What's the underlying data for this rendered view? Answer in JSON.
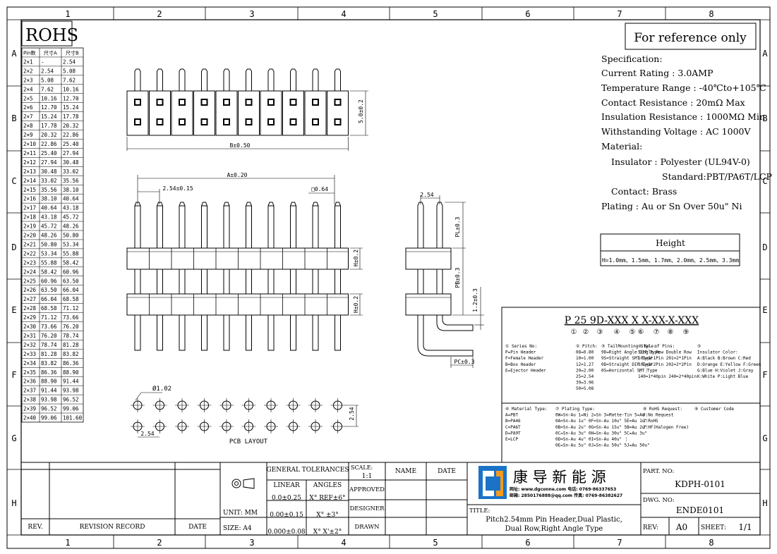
{
  "frame": {
    "col_labels": [
      "1",
      "2",
      "3",
      "4",
      "5",
      "6",
      "7",
      "8"
    ],
    "row_labels": [
      "A",
      "B",
      "C",
      "D",
      "E",
      "F",
      "G",
      "H"
    ]
  },
  "rohs": "ROHS",
  "reference_box": "For reference only",
  "pin_table": {
    "headers": [
      "Pin数",
      "尺寸A",
      "尺寸B"
    ],
    "rows": [
      [
        "2×1",
        "-",
        "2.54"
      ],
      [
        "2×2",
        "2.54",
        "5.08"
      ],
      [
        "2×3",
        "5.08",
        "7.62"
      ],
      [
        "2×4",
        "7.62",
        "10.16"
      ],
      [
        "2×5",
        "10.16",
        "12.70"
      ],
      [
        "2×6",
        "12.70",
        "15.24"
      ],
      [
        "2×7",
        "15.24",
        "17.78"
      ],
      [
        "2×8",
        "17.78",
        "20.32"
      ],
      [
        "2×9",
        "20.32",
        "22.86"
      ],
      [
        "2×10",
        "22.86",
        "25.40"
      ],
      [
        "2×11",
        "25.40",
        "27.94"
      ],
      [
        "2×12",
        "27.94",
        "30.48"
      ],
      [
        "2×13",
        "30.48",
        "33.02"
      ],
      [
        "2×14",
        "33.02",
        "35.56"
      ],
      [
        "2×15",
        "35.56",
        "38.10"
      ],
      [
        "2×16",
        "38.10",
        "40.64"
      ],
      [
        "2×17",
        "40.64",
        "43.18"
      ],
      [
        "2×18",
        "43.18",
        "45.72"
      ],
      [
        "2×19",
        "45.72",
        "48.26"
      ],
      [
        "2×20",
        "48.26",
        "50.80"
      ],
      [
        "2×21",
        "50.80",
        "53.34"
      ],
      [
        "2×22",
        "53.34",
        "55.88"
      ],
      [
        "2×23",
        "55.88",
        "58.42"
      ],
      [
        "2×24",
        "58.42",
        "60.96"
      ],
      [
        "2×25",
        "60.96",
        "63.50"
      ],
      [
        "2×26",
        "63.50",
        "66.04"
      ],
      [
        "2×27",
        "66.04",
        "68.58"
      ],
      [
        "2×28",
        "68.58",
        "71.12"
      ],
      [
        "2×29",
        "71.12",
        "73.66"
      ],
      [
        "2×30",
        "73.66",
        "76.20"
      ],
      [
        "2×31",
        "76.20",
        "78.74"
      ],
      [
        "2×32",
        "78.74",
        "81.28"
      ],
      [
        "2×33",
        "81.28",
        "83.82"
      ],
      [
        "2×34",
        "83.82",
        "86.36"
      ],
      [
        "2×35",
        "86.36",
        "88.90"
      ],
      [
        "2×36",
        "88.90",
        "91.44"
      ],
      [
        "2×37",
        "91.44",
        "93.98"
      ],
      [
        "2×38",
        "93.98",
        "96.52"
      ],
      [
        "2×39",
        "96.52",
        "99.06"
      ],
      [
        "2×40",
        "99.06",
        "101.60"
      ]
    ]
  },
  "spec": {
    "lines": [
      "Specification:",
      "Current Rating : 3.0AMP",
      "Temperature Range : -40℃to+105℃",
      "Contact Resistance : 20mΩ Max",
      "Insulation Resistance : 1000MΩ Min",
      "Withstanding Voltage : AC 1000V",
      "Material:",
      "Insulator : Polyester (UL94V-0)",
      "Standard:PBT/PA6T/LCP",
      "Contact: Brass",
      "Plating : Au or Sn Over 50u\" Ni"
    ]
  },
  "height_box": {
    "title": "Height",
    "value": "H=1.0mm、1.5mm、1.7mm、2.0mm、2.5mm、3.3mm"
  },
  "dims": {
    "b": "B±0.50",
    "h5": "5.0±0.2",
    "a": "A±0.20",
    "pitch": "2.54±0.15",
    "sq": "□0.64",
    "pitch_side": "2.54",
    "pl": "PL±0.3",
    "h1": "H±0.2",
    "pb": "PB±0.3",
    "h2": "H±0.2",
    "d12": "1.2±0.3",
    "pc": "PC±0.3",
    "hole": "Ø1.02",
    "pcb_h": "2.54",
    "pcb_w": "2.54",
    "pcb_label": "PCB LAYOUT"
  },
  "part_code": {
    "code": "P 25 9D-XXX X X-XX-X-XXX",
    "markers": [
      "①",
      "②",
      "③",
      "④",
      "⑤",
      "⑥",
      "⑦",
      "⑧",
      "⑨"
    ],
    "col1": [
      "① Series No:",
      "P=Pin Header",
      "F=Female Header",
      "B=Box Header",
      "E=Ejector Header"
    ],
    "col2": [
      "② Pitch:",
      "08=0.80",
      "10=1.00",
      "12=1.27",
      "20=2.00",
      "25=2.54",
      "39=3.96",
      "50=5.08"
    ],
    "col3": [
      "③ TailMounting Style:",
      "9D=Right Angle DIP Type",
      "9S=Straight SMT Type",
      "0D=Straight DIP Type",
      "0S=Horizontal SMT Type"
    ],
    "col4": [
      "④ No. of Pins:",
      "Single Row   Double Row",
      "101=1*1Pin   201=2*1Pin",
      "102=1*2Pin   202=2*2Pin",
      "  ⋮             ⋮",
      "140=1*40pin  240=2*40pin"
    ],
    "col5": [
      "⑤",
      "Insulator Color:",
      "A:Black  B:Brown  C:Red",
      "D:Orange E:Yellow F:Green",
      "G:Blue   H:Violet J:Gray",
      "K:White  P:Light Blue"
    ],
    "col6": [
      "⑥ Material Type:",
      "A=PBT",
      "B=PA46",
      "C=PA6T",
      "D=PA9T",
      "E=LCP"
    ],
    "col7": [
      "⑦ Plating Type:",
      "0W=Sn-Au 1=Ni 2=Sn 3=Matte-Tin 5=Au",
      "0A=Sn-Au 1u\"  0F=Sn-Au 10u\"  5E=Au 1u\"",
      "0B=Sn-Au 2u\"  0G=Sn-Au 15u\"  5B=Au 2u\"",
      "0C=Sn-Au 3u\"  0H=Sn-Au 30u\"  5C=Au 3u\"",
      "0D=Sn-Au 4u\"  0I=Sn-Au 40u\"      ⋮",
      "0E=Sn-Au 5u\"  0J=Sn-Au 50u\"  5J=Au 50u\""
    ],
    "col8": [
      "⑧ RoHS Request:",
      "0:No Request",
      "1:RoHS",
      "2:HF(Halogen Free)"
    ],
    "col9": [
      "⑨ Customer Code"
    ]
  },
  "title_block": {
    "tolerances": "GENERAL TOLERANCES",
    "linear": "LINEAR",
    "angles": "ANGLES",
    "tol_rows": [
      [
        "0.0±0.25",
        "X° REF±6°"
      ],
      [
        "0.00±0.15",
        "X° ±3°"
      ],
      [
        "0.000±0.08",
        "X° X'±2°"
      ]
    ],
    "unit": "UNIT: MM",
    "size": "SIZE: A4",
    "scale": "SCALE:",
    "scale_val": "1:1",
    "approved": "APPROVED",
    "designer": "DESIGNER",
    "drawn": "DRAWN",
    "name": "NAME",
    "date": "DATE",
    "rev": "REV.",
    "revision_record": "REVISION RECORD",
    "rev_date": "DATE",
    "company_cn": "康 导 新 能 源",
    "company_line1": "网址: www.dgconne.com  电话: 0769-86337653",
    "company_line2": "邮箱: 2850176888@qq.com 传真: 0769-86382627",
    "title_label": "TITLE:",
    "title1": "Pitch2.54mm Pin Header,Dual Plastic,",
    "title2": "Dual Row,Right Angle Type",
    "part_no_label": "PART. NO:",
    "part_no": "KDPH-0101",
    "dwg_no_label": "DWG. NO:",
    "dwg_no": "ENDE0101",
    "rev_label": "REV:",
    "rev_val": "A0",
    "sheet_label": "SHEET:",
    "sheet_val": "1/1"
  }
}
